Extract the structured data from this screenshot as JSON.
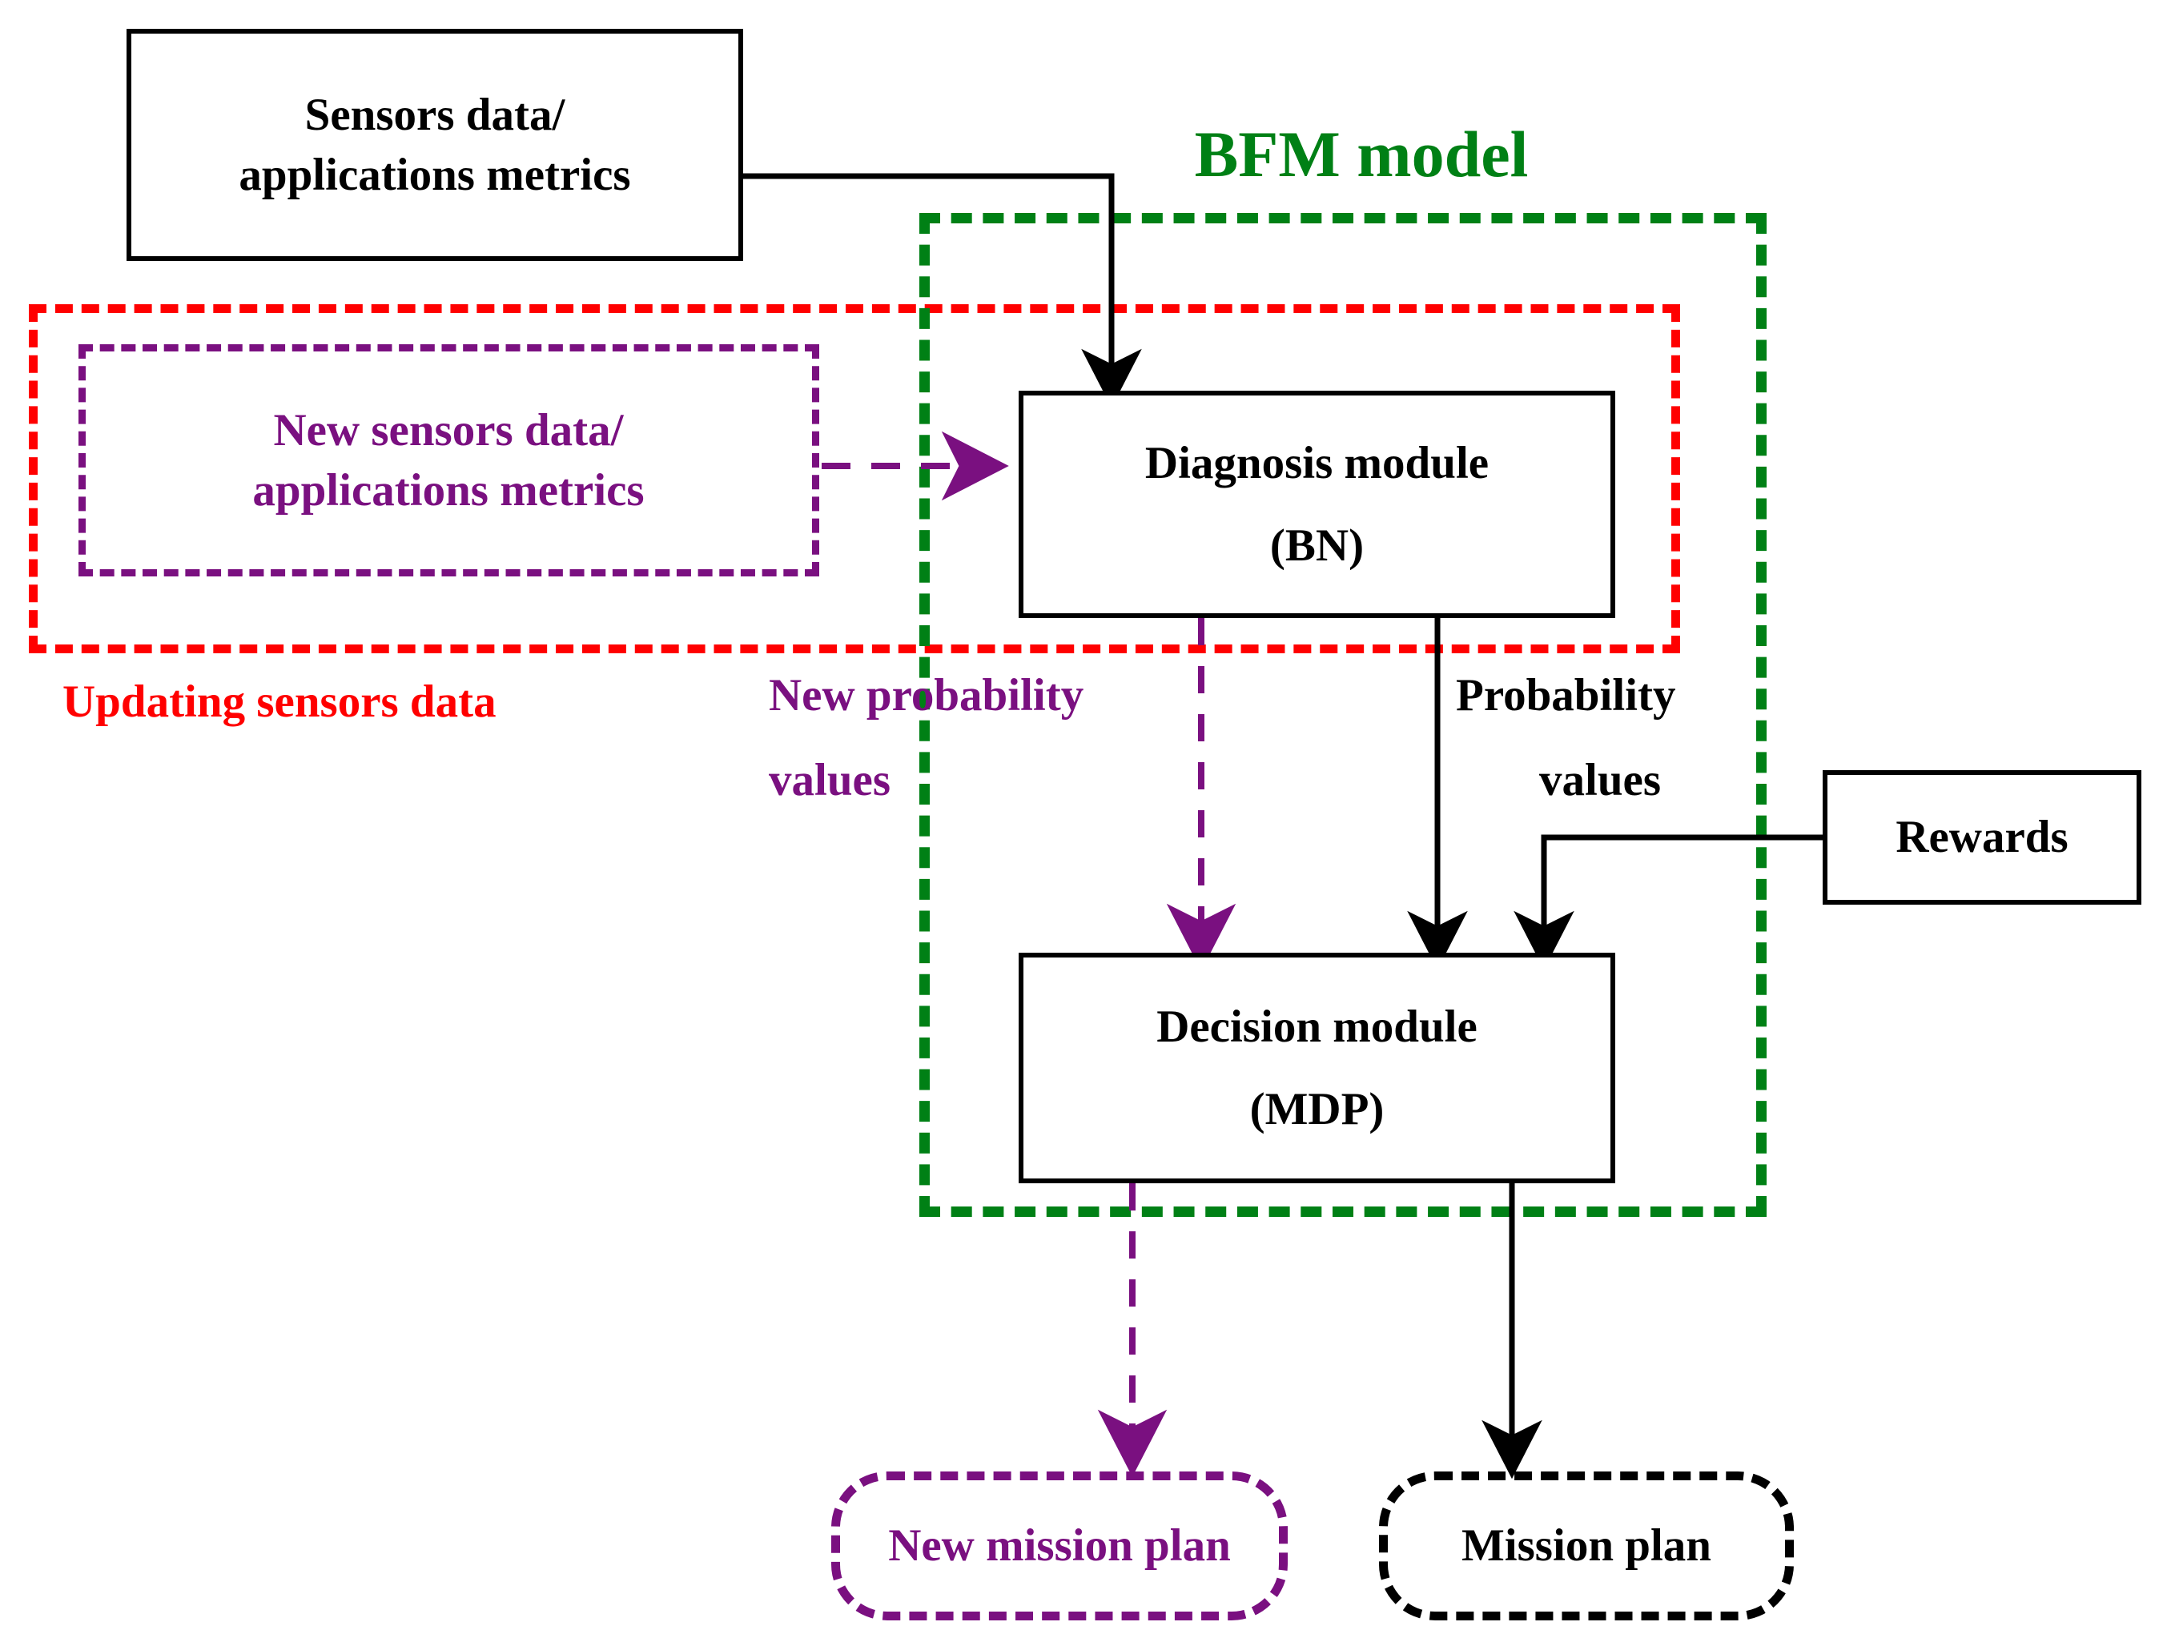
{
  "diagram": {
    "title_label": "BFM model",
    "colors": {
      "black": "#000000",
      "red": "#ff0000",
      "purple": "#7a1080",
      "green": "#008015",
      "background": "#ffffff"
    },
    "nodes": {
      "sensors_data": {
        "line1": "Sensors data/",
        "line2": "applications metrics"
      },
      "new_sensors_data": {
        "line1": "New sensors data/",
        "line2": "applications metrics"
      },
      "diagnosis_module": {
        "line1": "Diagnosis module",
        "line2": "(BN)"
      },
      "decision_module": {
        "line1": "Decision module",
        "line2": "(MDP)"
      },
      "rewards": {
        "label": "Rewards"
      },
      "new_mission_plan": {
        "label": "New mission plan"
      },
      "mission_plan": {
        "label": "Mission plan"
      }
    },
    "edge_labels": {
      "updating_sensors_data": "Updating sensors data",
      "new_probability_values_line1": "New probability",
      "new_probability_values_line2": "values",
      "probability_values_line1": "Probability",
      "probability_values_line2": "values"
    }
  }
}
